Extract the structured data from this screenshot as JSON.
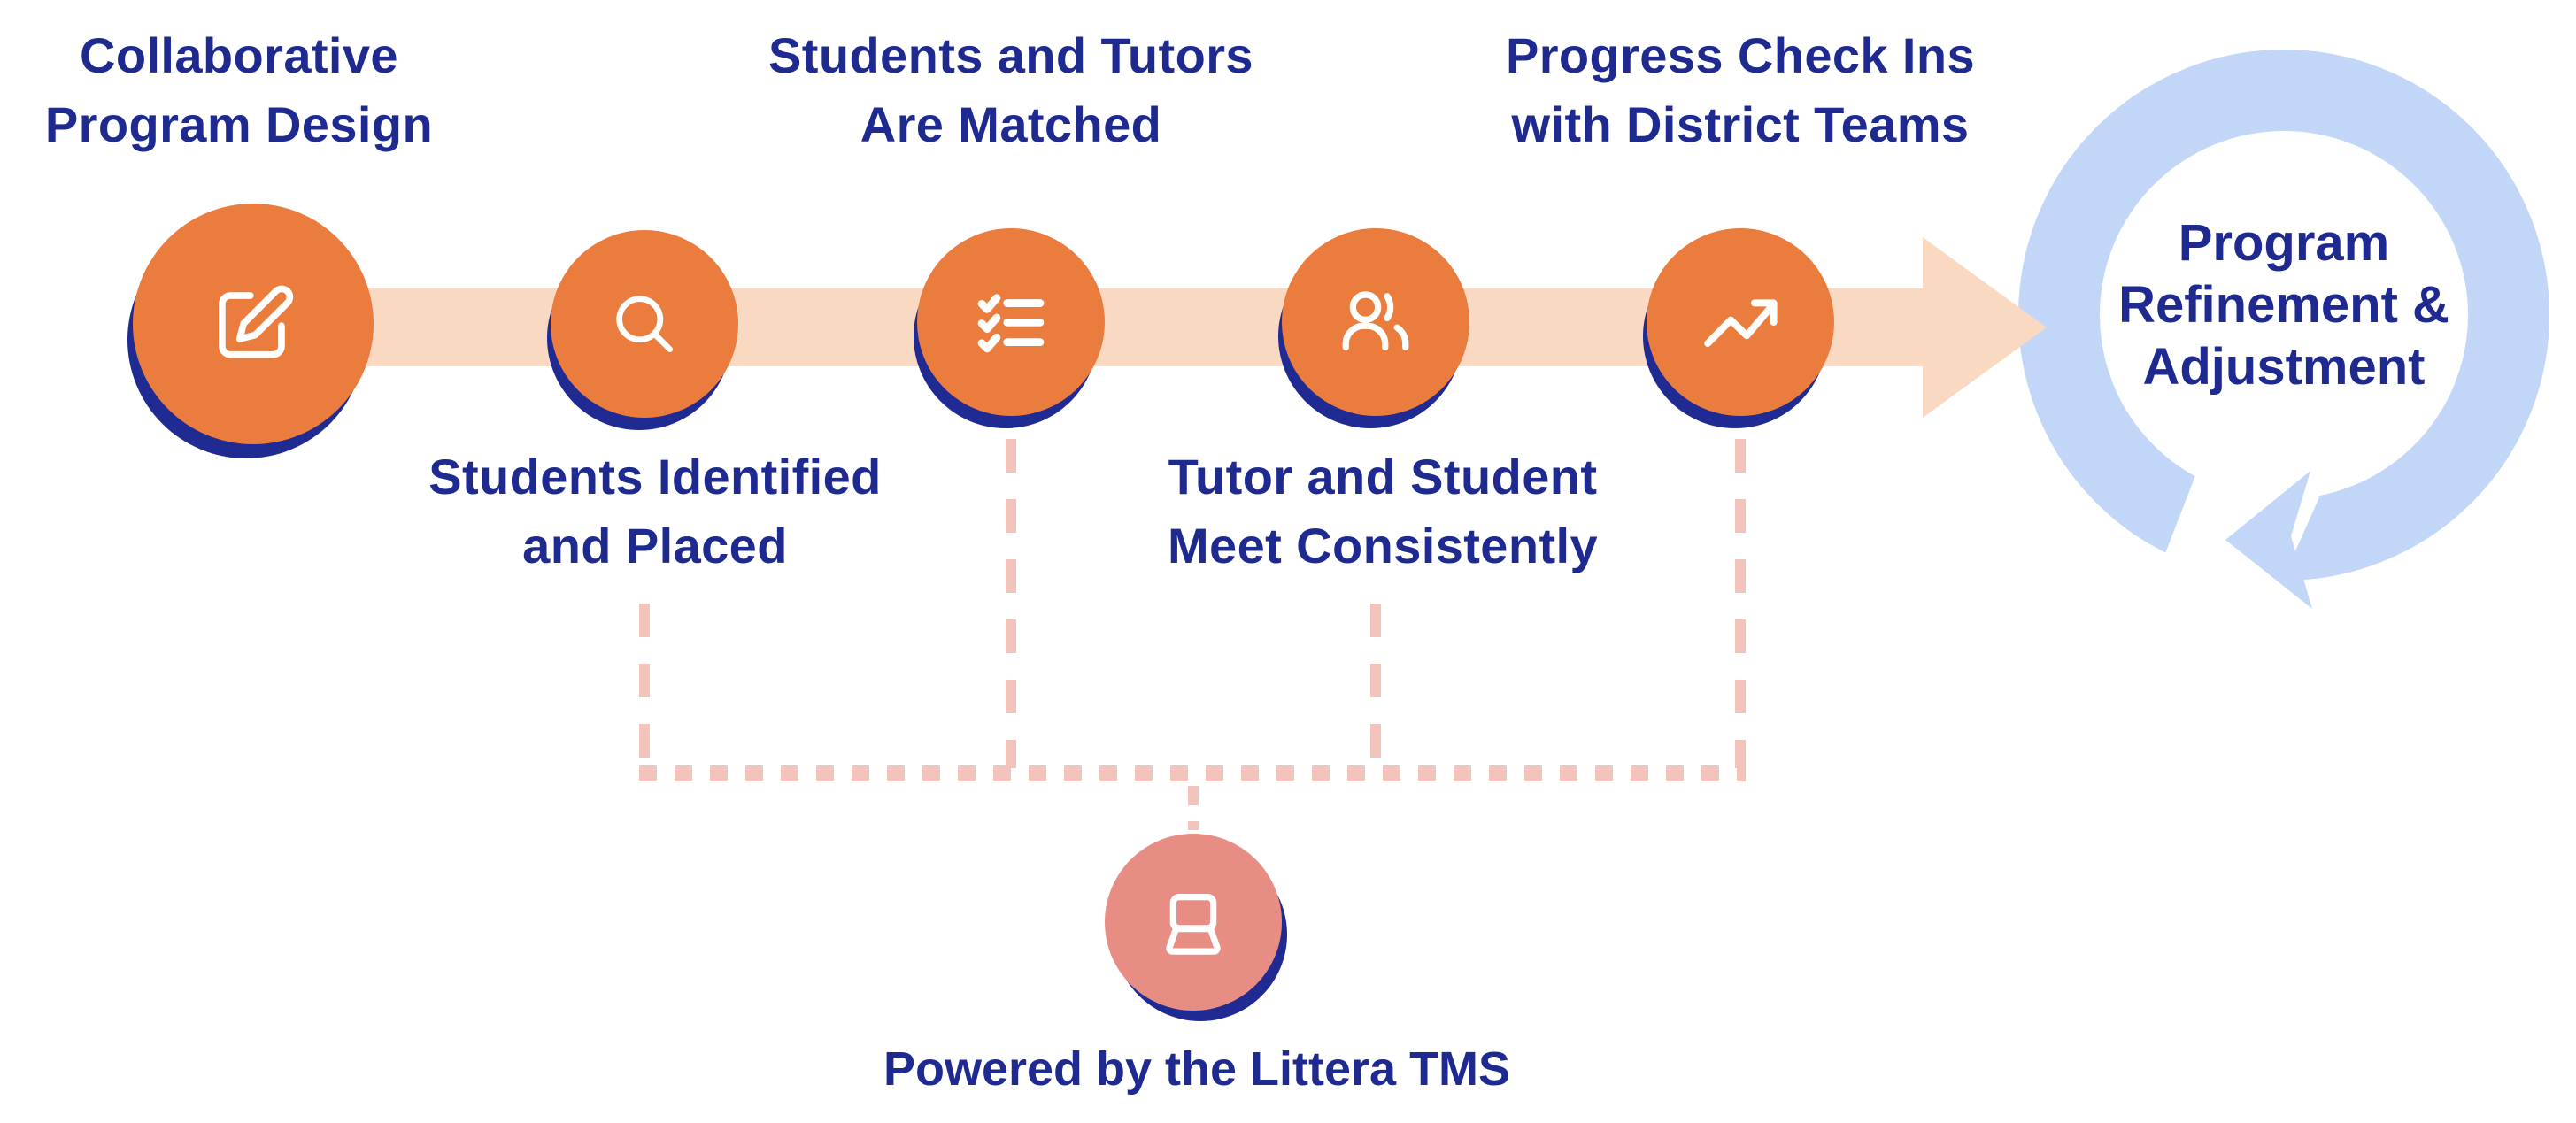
{
  "title": "Tutoring program process flow diagram",
  "colors": {
    "navy": "#1F2B93",
    "text_navy": "#1E2A90",
    "orange_circle": "#EA7C3E",
    "peach_arrow": "#FAD9C2",
    "dash_pink": "#F2C4BC",
    "laptop_circle_pink": "#E88D84",
    "cycle_blue": "#C2D7F8",
    "icon_white": "#FFFFFF",
    "background": "#FFFFFF"
  },
  "steps": [
    {
      "icon": "edit-icon",
      "label_position": "above",
      "label_lines": [
        "Collaborative",
        "Program Design"
      ]
    },
    {
      "icon": "search-icon",
      "label_position": "below",
      "label_lines": [
        "Students Identified",
        "and Placed"
      ]
    },
    {
      "icon": "checklist-icon",
      "label_position": "above",
      "label_lines": [
        "Students and Tutors",
        "Are Matched"
      ]
    },
    {
      "icon": "users-icon",
      "label_position": "below",
      "label_lines": [
        "Tutor and Student",
        "Meet Consistently"
      ]
    },
    {
      "icon": "trending-up-icon",
      "label_position": "above",
      "label_lines": [
        "Progress Check Ins",
        "with District Teams"
      ]
    }
  ],
  "cycle": {
    "icon": "cycle-arrow-icon",
    "label_lines": [
      "Program",
      "Refinement &",
      "Adjustment"
    ]
  },
  "footer": {
    "icon": "laptop-icon",
    "label": "Powered by the Littera TMS"
  }
}
